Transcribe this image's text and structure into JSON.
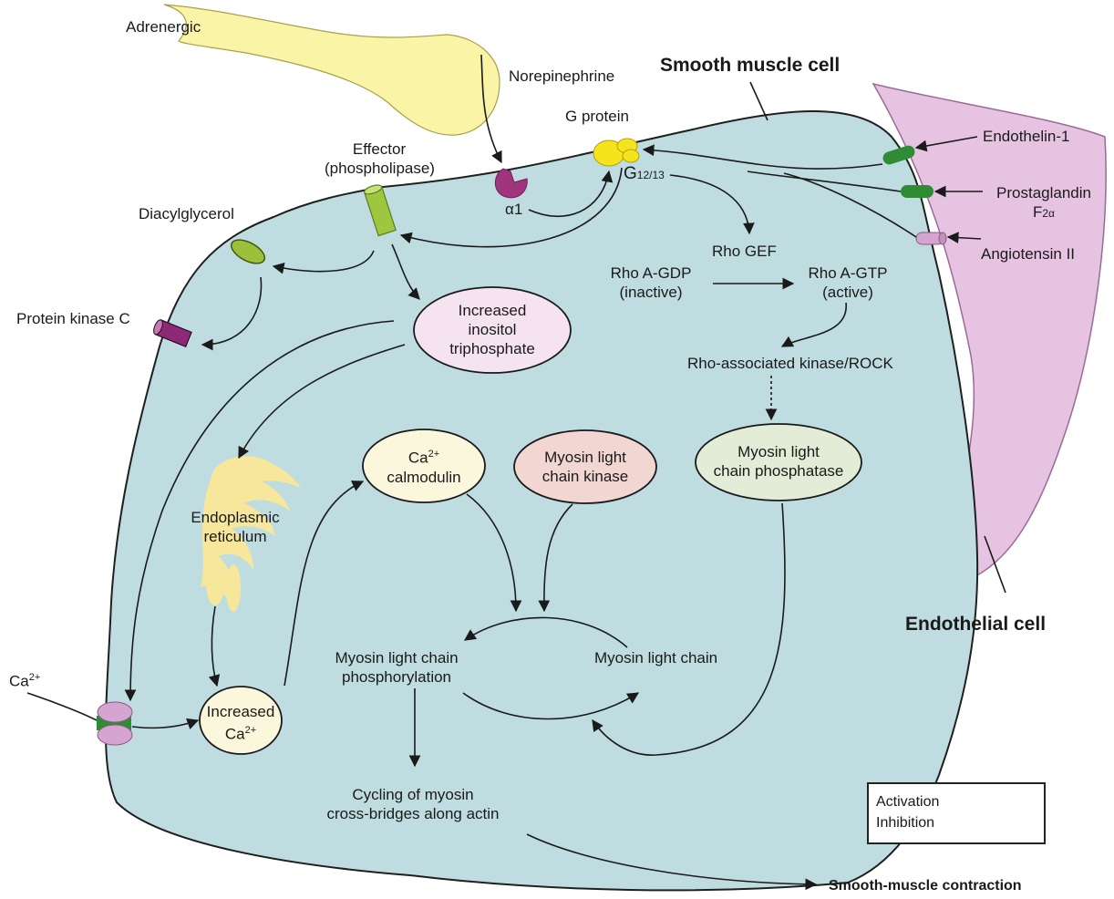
{
  "titles": {
    "smooth_muscle": "Smooth muscle cell",
    "endothelial": "Endothelial cell"
  },
  "neuron": {
    "label": "Adrenergic",
    "transmitter": "Norepinephrine",
    "receptor": "α1"
  },
  "g_protein": {
    "label": "G protein",
    "subtype_main": "G",
    "subtype_sub": "12/13"
  },
  "effector": {
    "line1": "Effector",
    "line2": "(phospholipase)"
  },
  "dag": "Diacylglycerol",
  "pkc": "Protein kinase C",
  "ip3": {
    "line1": "Increased",
    "line2": "inositol",
    "line3": "triphosphate"
  },
  "er": {
    "line1": "Endoplasmic",
    "line2": "reticulum"
  },
  "ca_ext": {
    "main": "Ca",
    "sup": "2+"
  },
  "ca_inc": {
    "line1": "Increased",
    "main": "Ca",
    "sup": "2+"
  },
  "ca_calmodulin": {
    "main": "Ca",
    "sup": "2+",
    "line2": "calmodulin"
  },
  "mlck": {
    "line1": "Myosin light",
    "line2": "chain kinase"
  },
  "mlcp": {
    "line1": "Myosin light",
    "line2": "chain phosphatase"
  },
  "mlc_phos": {
    "line1": "Myosin light chain",
    "line2": "phosphorylation"
  },
  "mlc": "Myosin light chain",
  "cycling": {
    "line1": "Cycling of myosin",
    "line2": "cross-bridges along actin"
  },
  "contraction": "Smooth-muscle contraction",
  "rho": {
    "gef": "Rho GEF",
    "gdp_line1": "Rho A-GDP",
    "gdp_line2": "(inactive)",
    "gtp_line1": "Rho A-GTP",
    "gtp_line2": "(active)",
    "rock": "Rho-associated kinase/ROCK"
  },
  "ligands": {
    "endothelin": "Endothelin-1",
    "pgf_line1": "Prostaglandin",
    "pgf_main": "F",
    "pgf_sub": "2α",
    "angiotensin": "Angiotensin II"
  },
  "legend": {
    "activation": "Activation",
    "inhibition": "Inhibition"
  },
  "colors": {
    "cell_fill": "#bfdde0",
    "endothelial_fill": "#e6c3e1",
    "neuron_fill": "#faf4a6",
    "g_protein": "#f5e41c",
    "receptor_alpha": "#a0357e",
    "pkc": "#8d2a78",
    "effector": "#9ec63f",
    "dag": "#9dc03b",
    "er": "#f6e79a",
    "ip3_fill": "#f5e3f0",
    "calmodulin_fill": "#fbf7dc",
    "mlck_fill": "#f1d6d2",
    "mlcp_fill": "#e2ecd6",
    "receptor_green": "#2f8b34",
    "receptor_pink": "#d6a4d1"
  }
}
